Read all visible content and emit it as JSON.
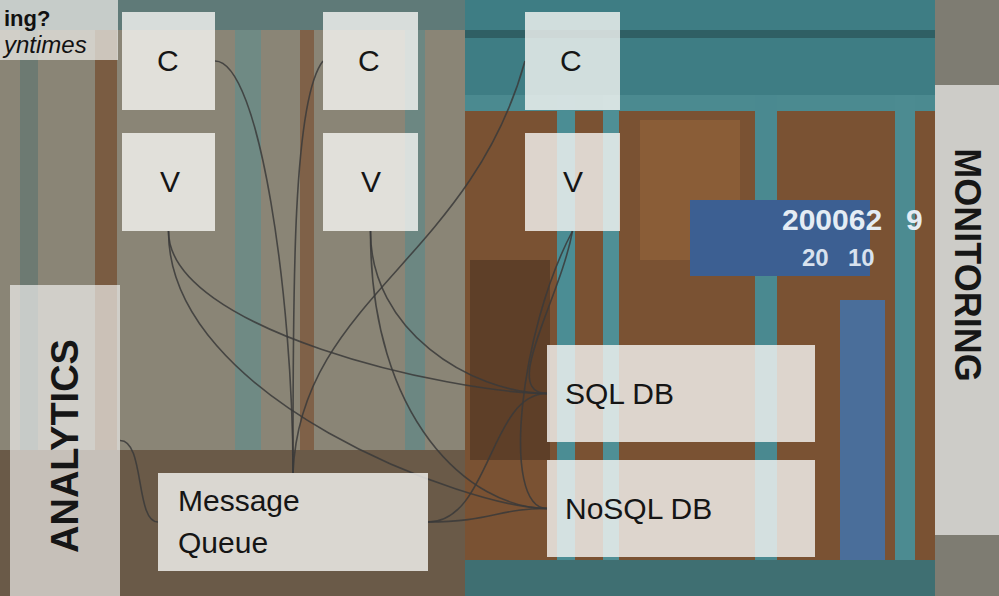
{
  "diagram": {
    "nodes": [
      {
        "text": [
          "C"
        ]
      },
      {
        "text": [
          "C"
        ]
      },
      {
        "text": [
          "C"
        ]
      },
      {
        "text": [
          "V"
        ]
      },
      {
        "text": [
          "V"
        ]
      },
      {
        "text": [
          "V"
        ]
      },
      {
        "text": [
          "SQL DB"
        ]
      },
      {
        "text": [
          "NoSQL DB"
        ]
      },
      {
        "text": [
          "Message Queue"
        ]
      },
      {
        "text": [
          "ANALYTICS"
        ]
      },
      {
        "text": [
          "MONITORING"
        ]
      }
    ],
    "edges": [
      {
        "from": 0,
        "to": 8,
        "arrow": "none"
      },
      {
        "from": 1,
        "to": 8,
        "arrow": "none"
      },
      {
        "from": 2,
        "to": 8,
        "arrow": "none"
      },
      {
        "from": 3,
        "to": 6,
        "arrow": "none"
      },
      {
        "from": 3,
        "to": 7,
        "arrow": "none"
      },
      {
        "from": 4,
        "to": 6,
        "arrow": "none"
      },
      {
        "from": 4,
        "to": 7,
        "arrow": "none"
      },
      {
        "from": 5,
        "to": 6,
        "arrow": "none"
      },
      {
        "from": 5,
        "to": 7,
        "arrow": "none"
      },
      {
        "from": 8,
        "to": 6,
        "arrow": "none"
      },
      {
        "from": 8,
        "to": 7,
        "arrow": "none"
      },
      {
        "from": 9,
        "to": 8,
        "arrow": "none"
      }
    ],
    "labels": [
      "ing?",
      "yntimes",
      "200062",
      "9",
      "20",
      "10"
    ]
  }
}
